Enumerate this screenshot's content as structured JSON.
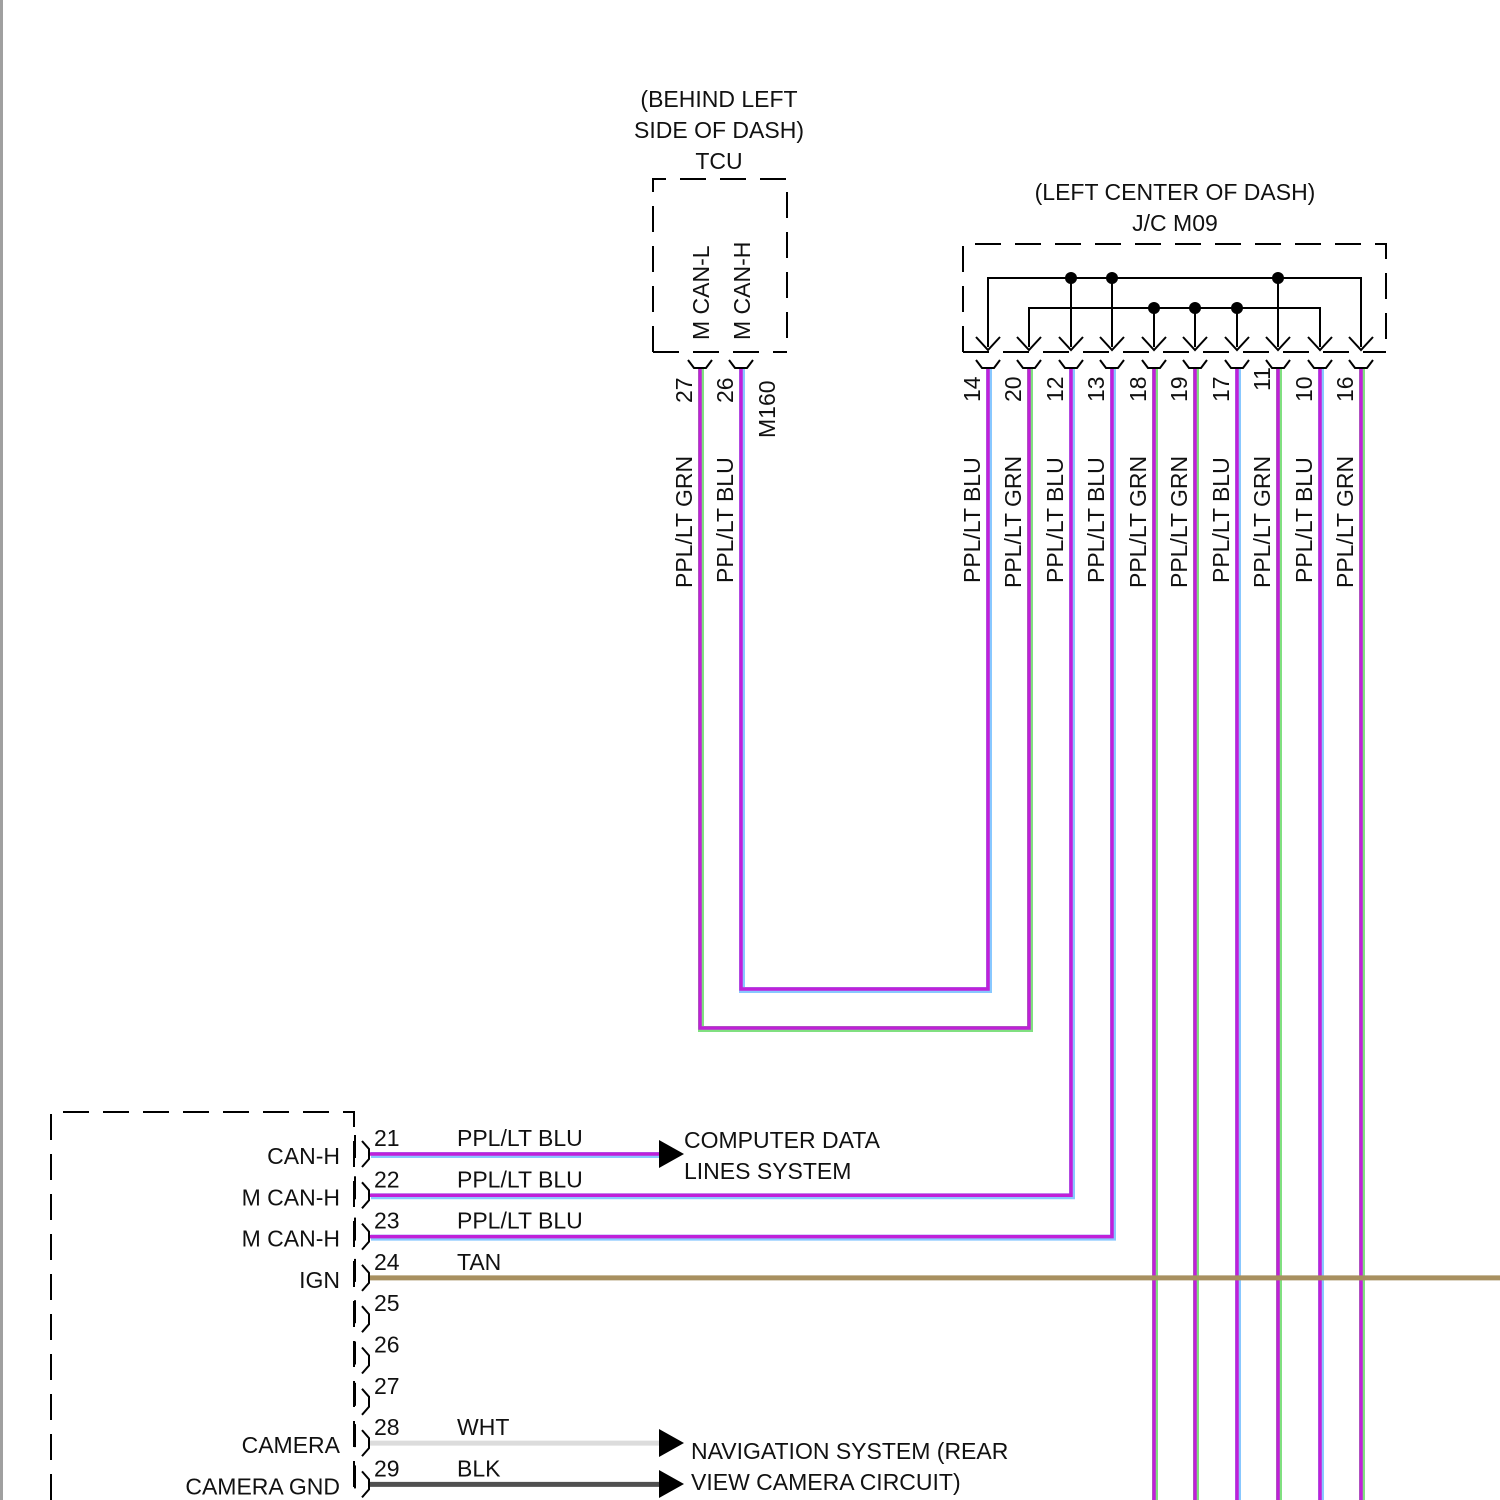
{
  "colors": {
    "ppl": "#c020d8",
    "lt_blu": "#88c8ff",
    "lt_grn": "#80e080",
    "tan": "#a89060",
    "wht": "#dcdcdc",
    "blk": "#505050",
    "line": "#000000"
  },
  "tcu": {
    "location": [
      "(BEHIND LEFT",
      "SIDE OF DASH)"
    ],
    "name": "TCU",
    "connector": "M160",
    "pins": [
      {
        "signal": "M CAN-L",
        "pin": "27",
        "wire": "PPL/LT GRN"
      },
      {
        "signal": "M CAN-H",
        "pin": "26",
        "wire": "PPL/LT BLU"
      }
    ]
  },
  "jc": {
    "location": "(LEFT CENTER OF DASH)",
    "name": "J/C M09",
    "pins": [
      {
        "pin": "14",
        "wire": "PPL/LT BLU"
      },
      {
        "pin": "20",
        "wire": "PPL/LT GRN"
      },
      {
        "pin": "12",
        "wire": "PPL/LT BLU"
      },
      {
        "pin": "13",
        "wire": "PPL/LT BLU"
      },
      {
        "pin": "18",
        "wire": "PPL/LT GRN"
      },
      {
        "pin": "19",
        "wire": "PPL/LT GRN"
      },
      {
        "pin": "17",
        "wire": "PPL/LT BLU"
      },
      {
        "pin": "11",
        "wire": "PPL/LT GRN"
      },
      {
        "pin": "10",
        "wire": "PPL/LT BLU"
      },
      {
        "pin": "16",
        "wire": "PPL/LT GRN"
      }
    ]
  },
  "module": {
    "pins": [
      {
        "pin": "21",
        "signal": "CAN-H",
        "wire": "PPL/LT BLU"
      },
      {
        "pin": "22",
        "signal": "M CAN-H",
        "wire": "PPL/LT BLU"
      },
      {
        "pin": "23",
        "signal": "M CAN-H",
        "wire": "PPL/LT BLU"
      },
      {
        "pin": "24",
        "signal": "IGN",
        "wire": "TAN"
      },
      {
        "pin": "25",
        "signal": "",
        "wire": ""
      },
      {
        "pin": "26",
        "signal": "",
        "wire": ""
      },
      {
        "pin": "27",
        "signal": "",
        "wire": ""
      },
      {
        "pin": "28",
        "signal": "CAMERA",
        "wire": "WHT"
      },
      {
        "pin": "29",
        "signal": "CAMERA GND",
        "wire": "BLK"
      }
    ]
  },
  "references": {
    "computer_data": [
      "COMPUTER DATA",
      "LINES SYSTEM"
    ],
    "navigation": [
      "NAVIGATION SYSTEM (REAR",
      "VIEW CAMERA CIRCUIT)"
    ]
  }
}
